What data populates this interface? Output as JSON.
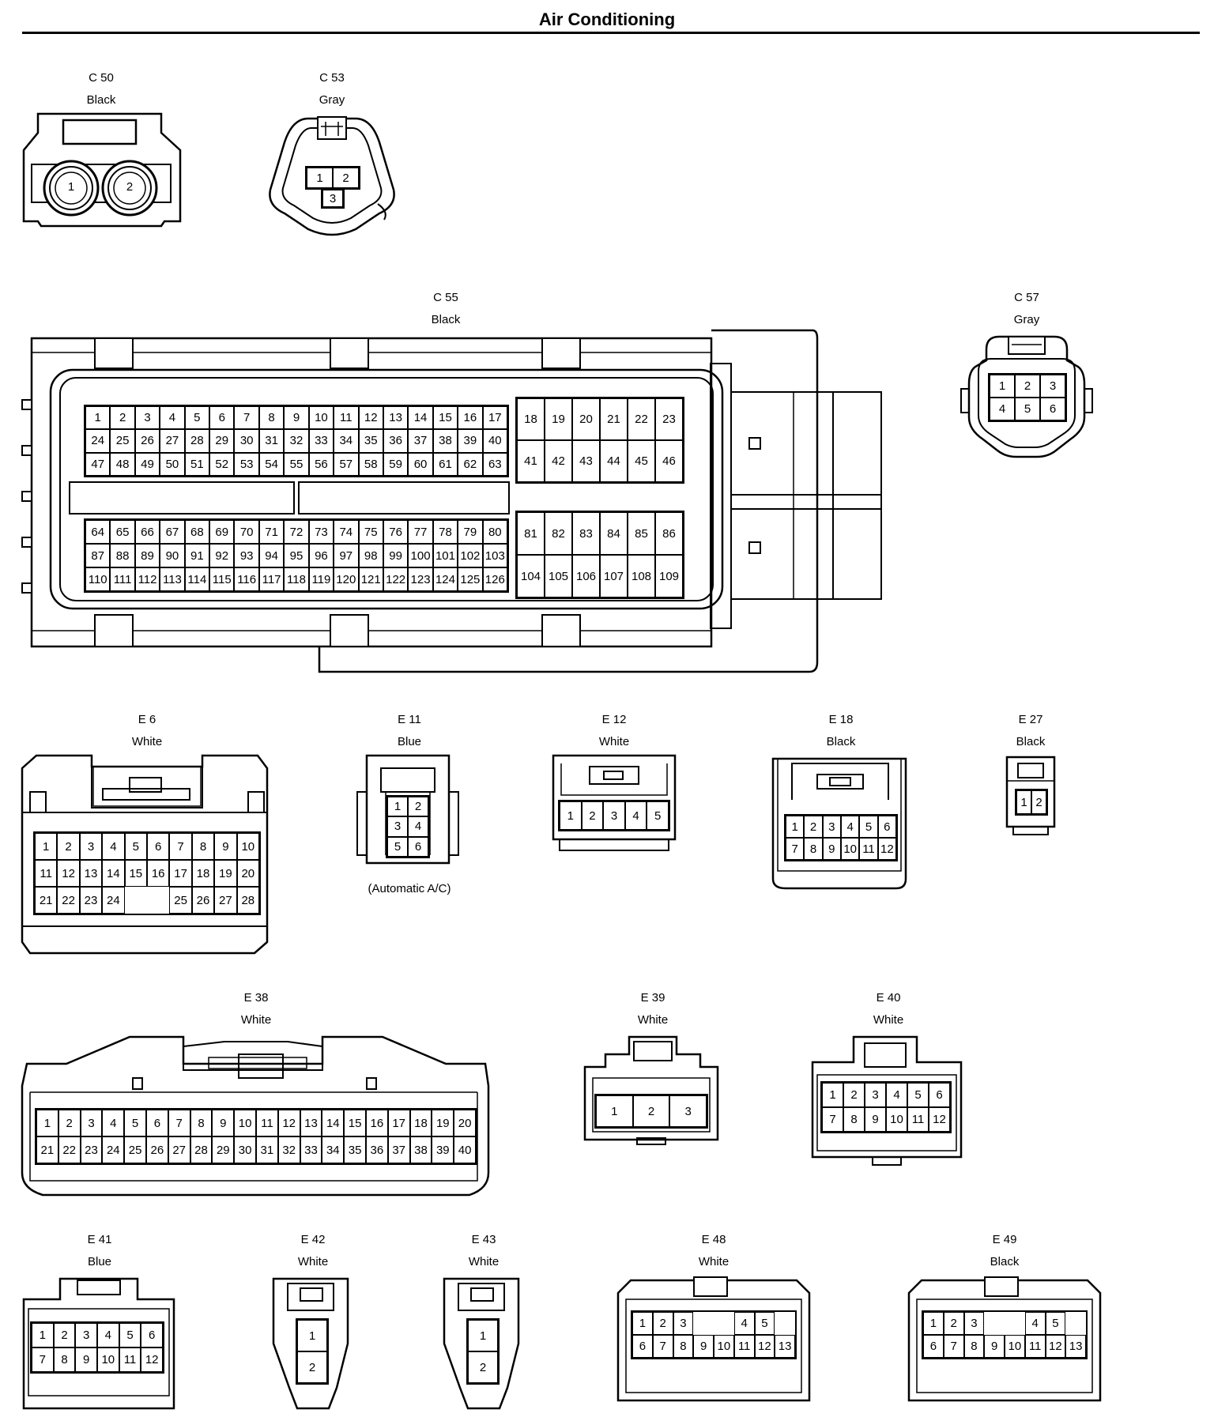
{
  "title": "Air Conditioning",
  "connectors": [
    {
      "id": "C50",
      "code": "C 50",
      "color": "Black",
      "pins": [
        "1",
        "2"
      ]
    },
    {
      "id": "C53",
      "code": "C 53",
      "color": "Gray",
      "pins": [
        "1",
        "2",
        "3"
      ]
    },
    {
      "id": "C55",
      "code": "C 55",
      "color": "Black",
      "blockA_rows": [
        [
          "1",
          "2",
          "3",
          "4",
          "5",
          "6",
          "7",
          "8",
          "9",
          "10",
          "11",
          "12",
          "13",
          "14",
          "15",
          "16",
          "17"
        ],
        [
          "24",
          "25",
          "26",
          "27",
          "28",
          "29",
          "30",
          "31",
          "32",
          "33",
          "34",
          "35",
          "36",
          "37",
          "38",
          "39",
          "40"
        ],
        [
          "47",
          "48",
          "49",
          "50",
          "51",
          "52",
          "53",
          "54",
          "55",
          "56",
          "57",
          "58",
          "59",
          "60",
          "61",
          "62",
          "63"
        ]
      ],
      "blockB_rows": [
        [
          "18",
          "19",
          "20",
          "21",
          "22",
          "23"
        ],
        [
          "41",
          "42",
          "43",
          "44",
          "45",
          "46"
        ]
      ],
      "blockC_rows": [
        [
          "64",
          "65",
          "66",
          "67",
          "68",
          "69",
          "70",
          "71",
          "72",
          "73",
          "74",
          "75",
          "76",
          "77",
          "78",
          "79",
          "80"
        ],
        [
          "87",
          "88",
          "89",
          "90",
          "91",
          "92",
          "93",
          "94",
          "95",
          "96",
          "97",
          "98",
          "99",
          "100",
          "101",
          "102",
          "103"
        ],
        [
          "110",
          "111",
          "112",
          "113",
          "114",
          "115",
          "116",
          "117",
          "118",
          "119",
          "120",
          "121",
          "122",
          "123",
          "124",
          "125",
          "126"
        ]
      ],
      "blockD_rows": [
        [
          "81",
          "82",
          "83",
          "84",
          "85",
          "86"
        ],
        [
          "104",
          "105",
          "106",
          "107",
          "108",
          "109"
        ]
      ]
    },
    {
      "id": "C57",
      "code": "C 57",
      "color": "Gray",
      "rows": [
        [
          "1",
          "2",
          "3"
        ],
        [
          "4",
          "5",
          "6"
        ]
      ]
    },
    {
      "id": "E6",
      "code": "E 6",
      "color": "White",
      "rows": [
        [
          "1",
          "2",
          "3",
          "4",
          "5",
          "6",
          "7",
          "8",
          "9",
          "10"
        ],
        [
          "11",
          "12",
          "13",
          "14",
          "15",
          "16",
          "17",
          "18",
          "19",
          "20"
        ],
        [
          "21",
          "22",
          "23",
          "24",
          "",
          "",
          "25",
          "26",
          "27",
          "28"
        ]
      ]
    },
    {
      "id": "E11",
      "code": "E 11",
      "color": "Blue",
      "rows": [
        [
          "1",
          "2"
        ],
        [
          "3",
          "4"
        ],
        [
          "5",
          "6"
        ]
      ],
      "note": "(Automatic A/C)"
    },
    {
      "id": "E12",
      "code": "E 12",
      "color": "White",
      "rows": [
        [
          "1",
          "2",
          "3",
          "4",
          "5"
        ]
      ]
    },
    {
      "id": "E18",
      "code": "E 18",
      "color": "Black",
      "rows": [
        [
          "1",
          "2",
          "3",
          "4",
          "5",
          "6"
        ],
        [
          "7",
          "8",
          "9",
          "10",
          "11",
          "12"
        ]
      ]
    },
    {
      "id": "E27",
      "code": "E 27",
      "color": "Black",
      "rows": [
        [
          "1",
          "2"
        ]
      ]
    },
    {
      "id": "E38",
      "code": "E 38",
      "color": "White",
      "rows": [
        [
          "1",
          "2",
          "3",
          "4",
          "5",
          "6",
          "7",
          "8",
          "9",
          "10",
          "11",
          "12",
          "13",
          "14",
          "15",
          "16",
          "17",
          "18",
          "19",
          "20"
        ],
        [
          "21",
          "22",
          "23",
          "24",
          "25",
          "26",
          "27",
          "28",
          "29",
          "30",
          "31",
          "32",
          "33",
          "34",
          "35",
          "36",
          "37",
          "38",
          "39",
          "40"
        ]
      ]
    },
    {
      "id": "E39",
      "code": "E 39",
      "color": "White",
      "rows": [
        [
          "1",
          "2",
          "3"
        ]
      ]
    },
    {
      "id": "E40",
      "code": "E 40",
      "color": "White",
      "rows": [
        [
          "1",
          "2",
          "3",
          "4",
          "5",
          "6"
        ],
        [
          "7",
          "8",
          "9",
          "10",
          "11",
          "12"
        ]
      ]
    },
    {
      "id": "E41",
      "code": "E 41",
      "color": "Blue",
      "rows": [
        [
          "1",
          "2",
          "3",
          "4",
          "5",
          "6"
        ],
        [
          "7",
          "8",
          "9",
          "10",
          "11",
          "12"
        ]
      ]
    },
    {
      "id": "E42",
      "code": "E 42",
      "color": "White",
      "rows": [
        [
          "1"
        ],
        [
          "2"
        ]
      ]
    },
    {
      "id": "E43",
      "code": "E 43",
      "color": "White",
      "rows": [
        [
          "1"
        ],
        [
          "2"
        ]
      ]
    },
    {
      "id": "E48",
      "code": "E 48",
      "color": "White",
      "rows": [
        [
          "1",
          "2",
          "3",
          "",
          "",
          "4",
          "5"
        ],
        [
          "6",
          "7",
          "8",
          "9",
          "10",
          "11",
          "12",
          "13"
        ]
      ]
    },
    {
      "id": "E49",
      "code": "E 49",
      "color": "Black",
      "rows": [
        [
          "1",
          "2",
          "3",
          "",
          "",
          "4",
          "5"
        ],
        [
          "6",
          "7",
          "8",
          "9",
          "10",
          "11",
          "12",
          "13"
        ]
      ]
    }
  ]
}
